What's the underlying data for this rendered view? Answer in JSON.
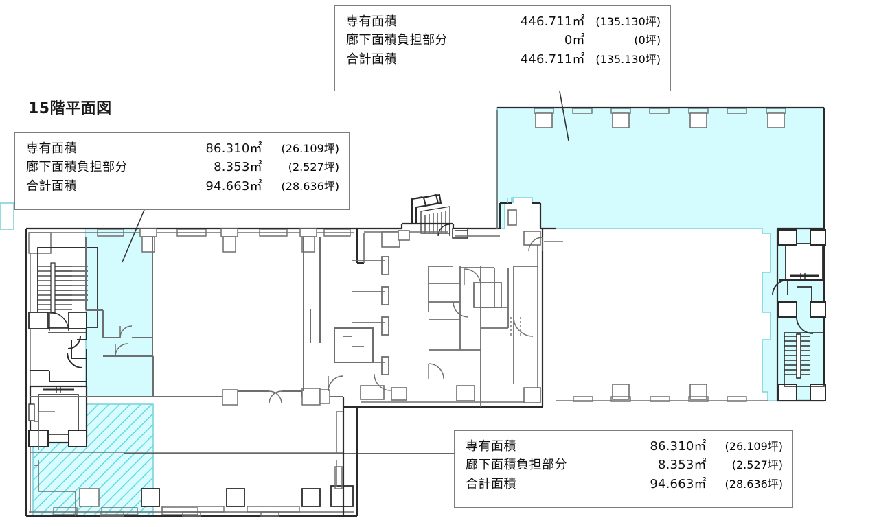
{
  "page": {
    "title": "15階平面図",
    "floor_label": "15階平面図"
  },
  "colors": {
    "unit_fill": "#d4fbfd",
    "unit_outline": "#7fd3da",
    "hatch_stroke": "#5fd8e8",
    "wall_dark": "#2b2b2b",
    "wall_light": "#6e6e6e",
    "callout_border": "#7d7d7d",
    "text": "#111111",
    "leader": "#333333",
    "background": "#ffffff"
  },
  "callouts": [
    {
      "id": "callout-top",
      "name": "area-callout-large-unit",
      "rows": [
        {
          "label": "専有面積",
          "value": "446.711",
          "unit": "m",
          "sup": "2",
          "paren_open": "(",
          "tsubo": "135.130",
          "tsubo_unit": "坪",
          "paren_close": ")"
        },
        {
          "label": "廊下面積負担部分",
          "value": "0",
          "unit": "m",
          "sup": "2",
          "paren_open": "(",
          "tsubo": "0",
          "tsubo_unit": "坪",
          "paren_close": ")"
        },
        {
          "label": "合計面積",
          "value": "446.711",
          "unit": "m",
          "sup": "2",
          "paren_open": "(",
          "tsubo": "135.130",
          "tsubo_unit": "坪",
          "paren_close": ")"
        }
      ]
    },
    {
      "id": "callout-left",
      "name": "area-callout-northwest-unit",
      "rows": [
        {
          "label": "専有面積",
          "value": "86.310",
          "unit": "m",
          "sup": "2",
          "paren_open": "(",
          "tsubo": "26.109",
          "tsubo_unit": "坪",
          "paren_close": ")"
        },
        {
          "label": "廊下面積負担部分",
          "value": "8.353",
          "unit": "m",
          "sup": "2",
          "paren_open": "(",
          "tsubo": "2.527",
          "tsubo_unit": "坪",
          "paren_close": ")"
        },
        {
          "label": "合計面積",
          "value": "94.663",
          "unit": "m",
          "sup": "2",
          "paren_open": "(",
          "tsubo": "28.636",
          "tsubo_unit": "坪",
          "paren_close": ")"
        }
      ]
    },
    {
      "id": "callout-bottom",
      "name": "area-callout-southwest-unit",
      "rows": [
        {
          "label": "専有面積",
          "value": "86.310",
          "unit": "m",
          "sup": "2",
          "paren_open": "(",
          "tsubo": "26.109",
          "tsubo_unit": "坪",
          "paren_close": ")"
        },
        {
          "label": "廊下面積負担部分",
          "value": "8.353",
          "unit": "m",
          "sup": "2",
          "paren_open": "(",
          "tsubo": "2.527",
          "tsubo_unit": "坪",
          "paren_close": ")"
        },
        {
          "label": "合計面積",
          "value": "94.663",
          "unit": "m",
          "sup": "2",
          "paren_open": "(",
          "tsubo": "28.636",
          "tsubo_unit": "坪",
          "paren_close": ")"
        }
      ]
    }
  ],
  "units": [
    {
      "name": "northwest-unit",
      "style": "solid",
      "note": "北西区画 淡水色塗り"
    },
    {
      "name": "southwest-unit",
      "style": "hatched",
      "note": "南西区画 斜線ハッチング"
    },
    {
      "name": "east-large-unit",
      "style": "solid",
      "note": "東側大区画 淡水色塗り"
    }
  ],
  "plan_features": [
    {
      "name": "west-stair",
      "label": "西側階段"
    },
    {
      "name": "west-elevator",
      "label": "西側エレベーター"
    },
    {
      "name": "core-stair",
      "label": "中央コア階段"
    },
    {
      "name": "core-restrooms",
      "label": "中央コア便所"
    },
    {
      "name": "east-elevator",
      "label": "東側エレベーター"
    },
    {
      "name": "east-stair",
      "label": "東側階段"
    }
  ]
}
